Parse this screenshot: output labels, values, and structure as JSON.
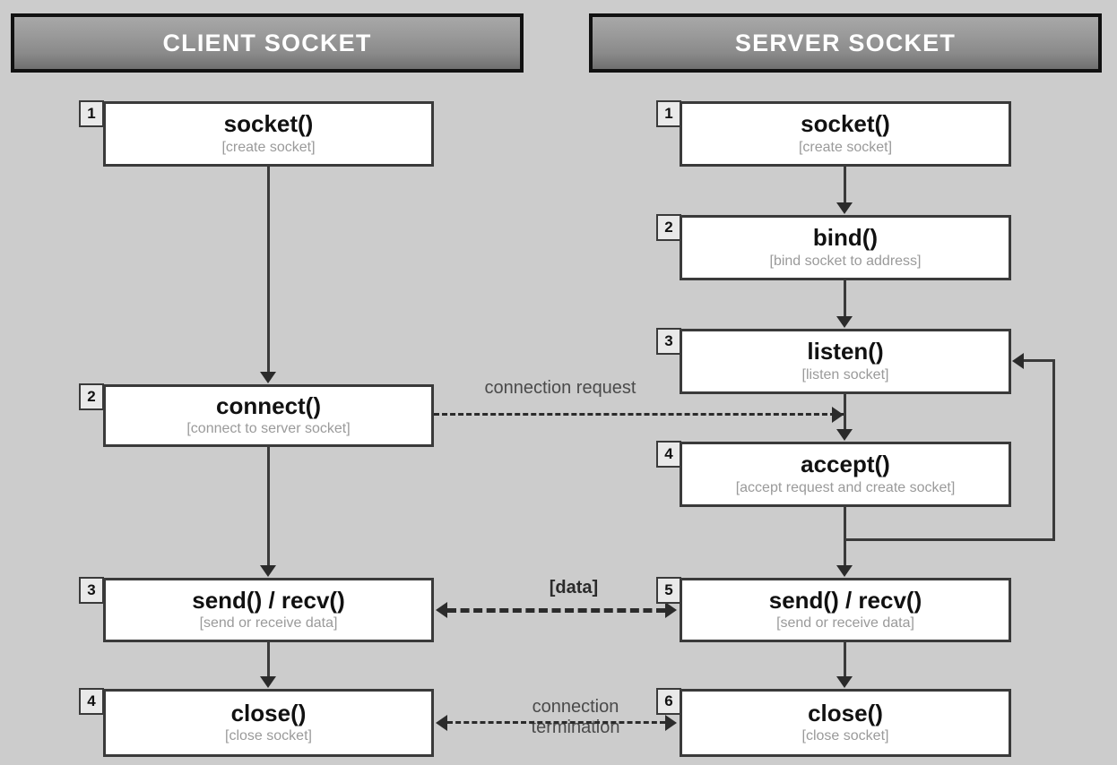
{
  "diagram": {
    "title_client": "CLIENT SOCKET",
    "title_server": "SERVER SOCKET",
    "background_color": "#cccccc",
    "box_border_color": "#3a3a3a",
    "header_text_color": "#ffffff"
  },
  "client": {
    "steps": [
      {
        "num": "1",
        "name": "socket()",
        "desc": "[create socket]"
      },
      {
        "num": "2",
        "name": "connect()",
        "desc": "[connect to server socket]"
      },
      {
        "num": "3",
        "name": "send() / recv()",
        "desc": "[send or receive data]"
      },
      {
        "num": "4",
        "name": "close()",
        "desc": "[close socket]"
      }
    ]
  },
  "server": {
    "steps": [
      {
        "num": "1",
        "name": "socket()",
        "desc": "[create socket]"
      },
      {
        "num": "2",
        "name": "bind()",
        "desc": "[bind socket to address]"
      },
      {
        "num": "3",
        "name": "listen()",
        "desc": "[listen socket]"
      },
      {
        "num": "4",
        "name": "accept()",
        "desc": "[accept request and create socket]"
      },
      {
        "num": "5",
        "name": "send() / recv()",
        "desc": "[send or receive data]"
      },
      {
        "num": "6",
        "name": "close()",
        "desc": "[close socket]"
      }
    ]
  },
  "messages": {
    "connection_request": "connection request",
    "data": "[data]",
    "termination_line1": "connection",
    "termination_line2": "termination"
  }
}
